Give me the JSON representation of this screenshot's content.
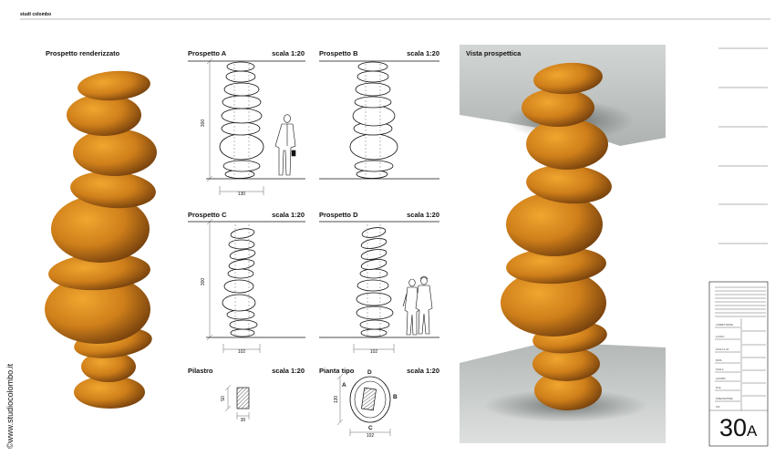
{
  "header": {
    "studio_name": "studi colombo"
  },
  "panels": {
    "render": {
      "title": "Prospetto renderizzato"
    },
    "prospetto_a": {
      "title": "Prospetto A",
      "scale": "scala 1:20",
      "height_dim": "300",
      "width_dim": "130"
    },
    "prospetto_b": {
      "title": "Prospetto B",
      "scale": "scala 1:20"
    },
    "prospetto_c": {
      "title": "Prospetto C",
      "scale": "scala 1:20",
      "height_dim": "300",
      "width_dim": "102"
    },
    "prospetto_d": {
      "title": "Prospetto D",
      "scale": "scala 1:20",
      "width_dim": "102"
    },
    "pilastro": {
      "title": "Pilastro",
      "scale": "scala 1:20",
      "height_dim": "50",
      "width_dim": "30"
    },
    "pianta": {
      "title": "Pianta tipo",
      "scale": "scala 1:20",
      "labels": [
        "A",
        "B",
        "C",
        "D"
      ],
      "height_dim": "130",
      "width_dim": "102"
    },
    "perspective": {
      "title": "Vista prospettica"
    }
  },
  "title_block": {
    "fields": [
      "COMMITTENTE",
      "LUOGO",
      "SCALA 1:20",
      "DATA",
      "SCALA",
      "LAVORO",
      "FILE",
      "DISEGNATORE",
      "TAV"
    ],
    "sheet_number": "30",
    "sheet_suffix": "A"
  },
  "footer": {
    "website": "©www.studiocolombo.it"
  },
  "colors": {
    "pebble_light": "#f0a62f",
    "pebble_mid": "#cf7f1a",
    "pebble_dark": "#5e300a",
    "ceiling": "#c7cbc9",
    "ink": "#111111"
  }
}
